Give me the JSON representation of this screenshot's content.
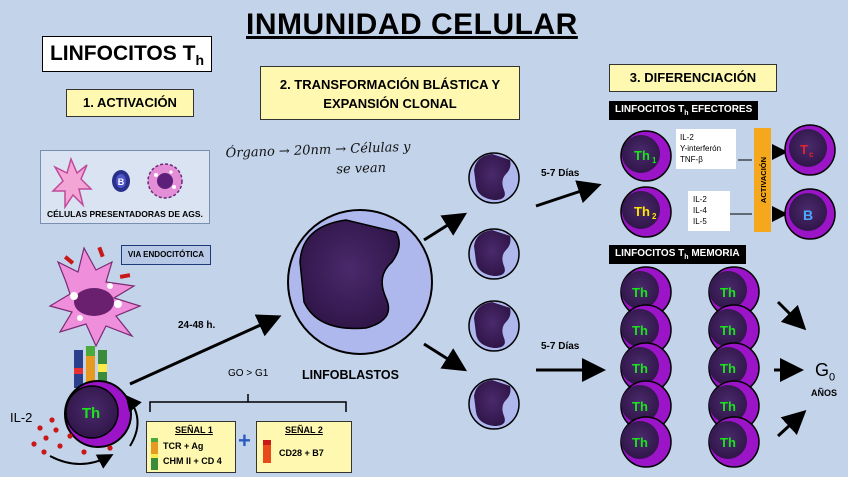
{
  "title": "INMUNIDAD CELULAR",
  "linfocitos_box": {
    "main": "LINFOCITOS T",
    "sub": "h"
  },
  "sections": {
    "activacion": "1. ACTIVACIÓN",
    "transformacion_line1": "2. TRANSFORMACIÓN BLÁSTICA Y",
    "transformacion_line2": "EXPANSIÓN CLONAL",
    "diferenciacion": "3. DIFERENCIACIÓN"
  },
  "apc_caption": "CÉLULAS PRESENTADORAS DE AGS.",
  "apc_b_label": "B",
  "endocitotica": "VIA ENDOCITÓTICA",
  "handwriting_line1": "Órgano → 20nm → Células y",
  "handwriting_line2": "se vean",
  "time_24_48": "24-48 h.",
  "go_g1": "GO > G1",
  "linfoblastos": "LINFOBLASTOS",
  "dias_top": "5-7 Días",
  "dias_bottom": "5-7 Días",
  "il2_left": "IL-2",
  "th_label": "Th",
  "senal1": {
    "title": "SEÑAL 1",
    "line1": "TCR + Ag",
    "line2": "CHM II + CD 4"
  },
  "plus": "+",
  "senal2": {
    "title": "SEÑAL 2",
    "line1": "CD28 + B7"
  },
  "efectores": {
    "label_main": "LINFOCITOS T",
    "label_sub": "h",
    "label_rest": " EFECTORES"
  },
  "memoria": {
    "label_main": "LINFOCITOS T",
    "label_sub": "h",
    "label_rest": " MEMORIA"
  },
  "th1": {
    "main": "Th",
    "sub": "1"
  },
  "th2": {
    "main": "Th",
    "sub": "2"
  },
  "th1_cytokines": [
    "IL-2",
    "Υ-interferón",
    "TNF-β"
  ],
  "th2_cytokines": [
    "IL-2",
    "IL-4",
    "IL-5"
  ],
  "activacion_bar": "ACTIVACIÓN",
  "tc": {
    "main": "T",
    "sub": "c"
  },
  "b_cell": "B",
  "g0": {
    "main": "G",
    "sub": "0"
  },
  "anos": "AÑOS",
  "colors": {
    "background": "#c3d3ea",
    "cell_purple": "#9b14c8",
    "nucleus": "#3a1a55",
    "yellow": "#fef8b0",
    "orange_bar": "#f6a81c",
    "th_green": "#19e619",
    "tc_red": "#e8252b"
  }
}
